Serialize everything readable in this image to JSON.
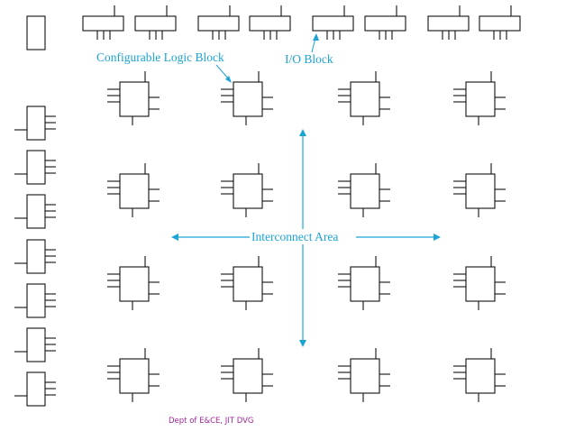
{
  "labels": {
    "clb": "Configurable Logic Block",
    "iob": "I/O Block",
    "interconnect": "Interconnect Area"
  },
  "footer": "Dept of  E&CE, JIT DVG",
  "colors": {
    "line": "#111111",
    "accent": "#1ca3d6",
    "footer": "#a0289a",
    "background": "#ffffff"
  }
}
